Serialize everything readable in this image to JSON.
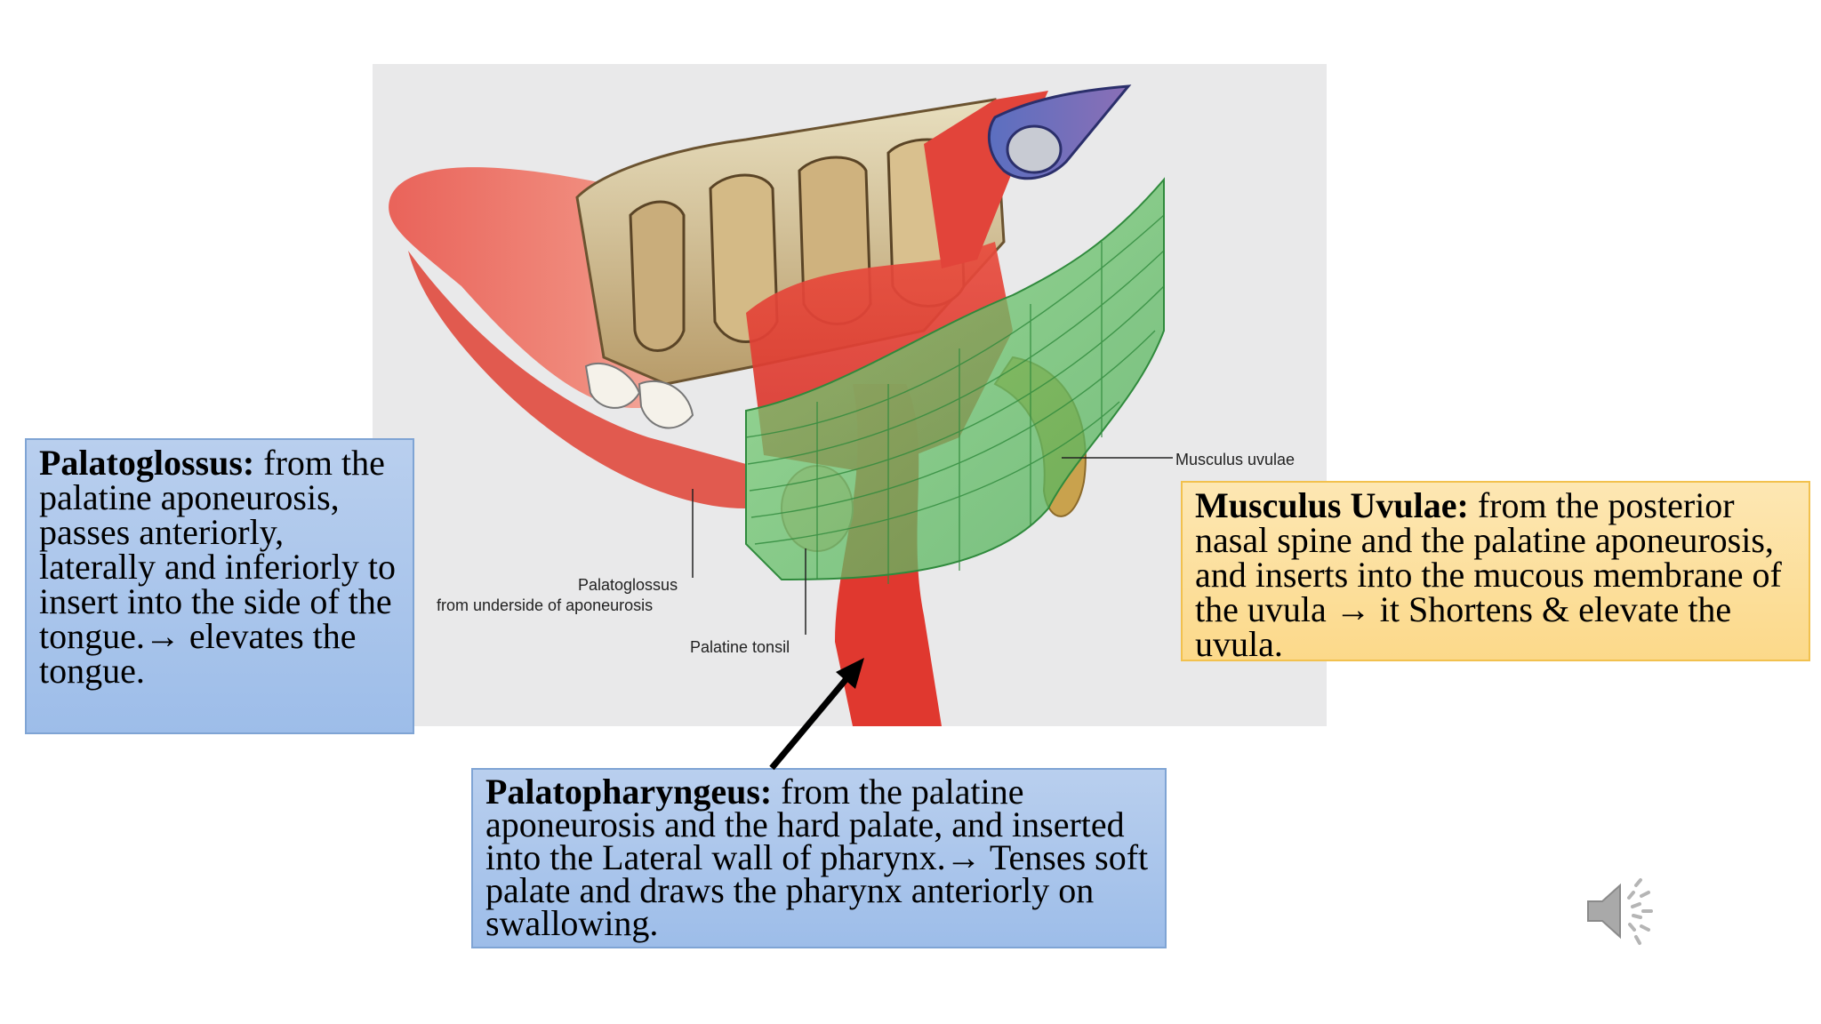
{
  "figure": {
    "labels": {
      "musculus_uvulae": "Musculus uvulae",
      "palatoglossus_line1": "Palatoglossus",
      "palatoglossus_line2": "from underside of aponeurosis",
      "palatine_tonsil": "Palatine tonsil"
    }
  },
  "notes": {
    "palatoglossus": {
      "title": "Palatoglossus:",
      "text": " from the palatine aponeurosis, passes anteriorly, laterally and inferiorly to insert into the side of the tongue.→ elevates the tongue."
    },
    "uvulae": {
      "title": "Musculus Uvulae:",
      "text": " from the posterior nasal spine and the palatine aponeurosis, and inserts into the mucous membrane of the uvula → it Shortens & elevate the uvula."
    },
    "palatopharyngeus": {
      "title": "Palatopharyngeus:",
      "text": " from the palatine aponeurosis and the hard palate, and inserted into the Lateral wall of pharynx.→ Tenses soft palate and draws the pharynx anteriorly on swallowing."
    }
  },
  "icons": {
    "audio": "speaker-icon"
  },
  "colors": {
    "blue_box": "#9dbde9",
    "yellow_box": "#fcd98a",
    "muscle_red": "#e2443a",
    "uvulae_green": "#6cc36a"
  }
}
